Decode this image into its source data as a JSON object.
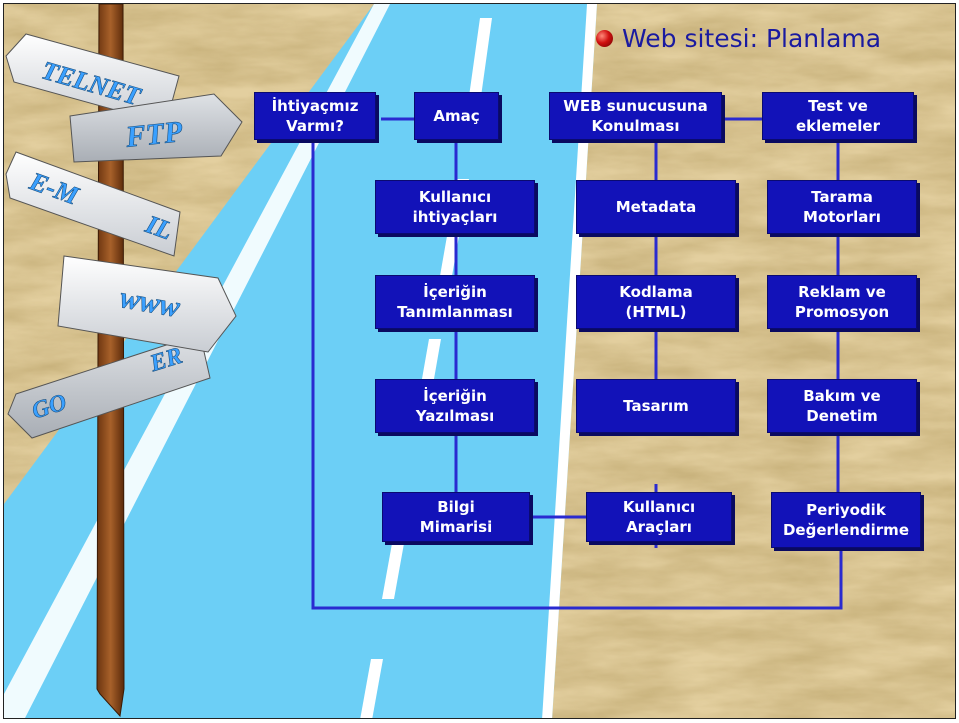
{
  "slide": {
    "title": "Web sitesi: Planlama"
  },
  "signpost": {
    "telnet": "TELNET",
    "ftp": "FTP",
    "email_left": "E-M",
    "email_right": "IL",
    "www": "www",
    "gopher_left": "GO",
    "gopher_right": "ER"
  },
  "diagram": {
    "ihtiyac": "İhtiyaçmız\nVarmı?",
    "amac": "Amaç",
    "kullanici_ihtiyaclari": "Kullanıcı\nihtiyaçları",
    "icerigin_tanimlanmasi": "İçeriğin\nTanımlanması",
    "icerigin_yazilmasi": "İçeriğin\nYazılması",
    "bilgi_mimarisi": "Bilgi\nMimarisi",
    "web_sunucu": "WEB sunucusuna\nKonulması",
    "metadata": "Metadata",
    "kodlama": "Kodlama\n(HTML)",
    "tasarim": "Tasarım",
    "kullanici_araclari": "Kullanıcı\nAraçları",
    "test": "Test ve\neklemeler",
    "tarama": "Tarama\nMotorları",
    "reklam": "Reklam ve\nPromosyon",
    "bakim": "Bakım ve\nDenetim",
    "periyodik": "Periyodik\nDeğerlendirme"
  },
  "colors": {
    "node_fill": "#1212b8",
    "connector": "#2a2ad0",
    "road": "#6ccff6",
    "title_text": "#1a1aa0"
  }
}
